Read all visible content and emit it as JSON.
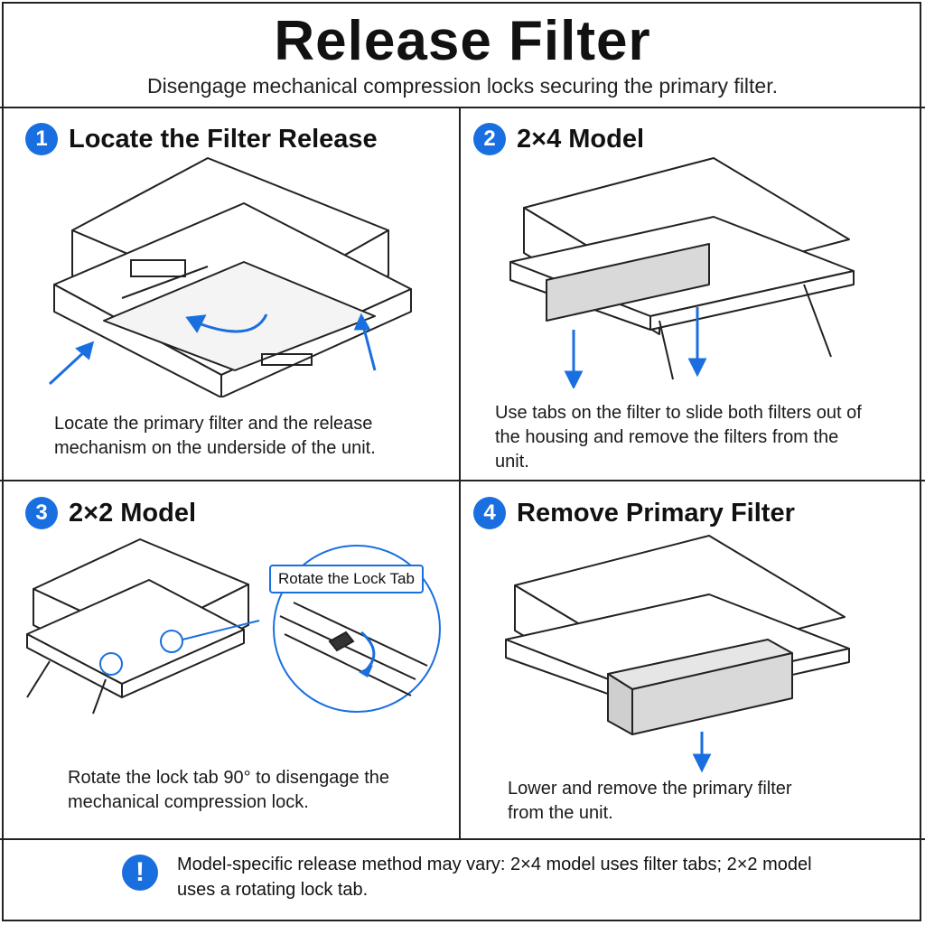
{
  "header": {
    "title": "Release Filter",
    "subtitle": "Disengage mechanical compression locks securing the primary filter."
  },
  "steps": [
    {
      "number": "1",
      "title": "Locate the Filter Release",
      "description": "Locate the primary filter and the release mechanism on the underside of the unit."
    },
    {
      "number": "2",
      "title": "2×4 Model",
      "description": "Use tabs on the filter to slide both filters out of the housing and remove the filters from the unit."
    },
    {
      "number": "3",
      "title": "2×2 Model",
      "description": "Rotate the lock tab 90° to disengage the mechanical compression lock.",
      "callout": "Rotate the Lock Tab"
    },
    {
      "number": "4",
      "title": "Remove Primary Filter",
      "description": "Lower and remove the primary filter from the unit."
    }
  ],
  "note": {
    "icon": "exclamation-icon",
    "text": "Model-specific release method may vary: 2×4 model uses filter tabs; 2×2 model uses a rotating lock tab."
  },
  "colors": {
    "accent": "#1a6fe0",
    "line": "#222222"
  }
}
